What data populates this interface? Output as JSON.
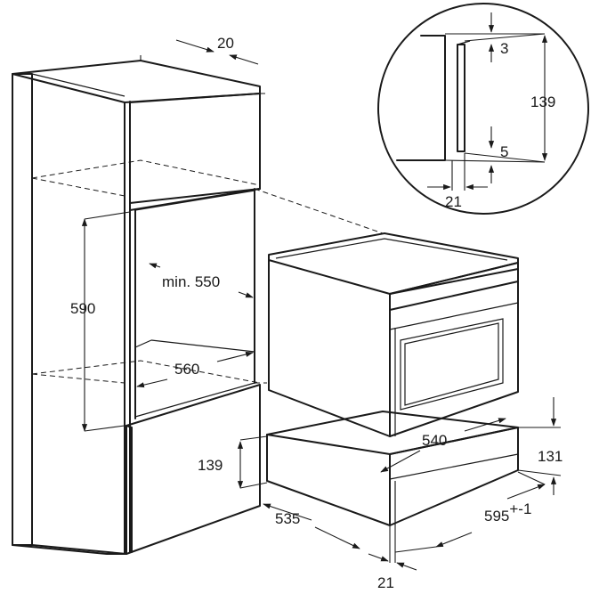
{
  "diagram": {
    "dimensions": {
      "top_gap": "20",
      "niche_height": "590",
      "niche_depth_min": "min. 550",
      "niche_width": "560",
      "drawer_height_left": "139",
      "cabinet_depth": "535",
      "front_offset": "21",
      "drawer_width": "540",
      "drawer_height_right": "131",
      "drawer_total_width": "595",
      "drawer_total_width_tolerance": "+-1"
    },
    "detail_inset": {
      "top_gap": "3",
      "height": "139",
      "bottom_gap": "5",
      "depth_offset": "21"
    }
  }
}
